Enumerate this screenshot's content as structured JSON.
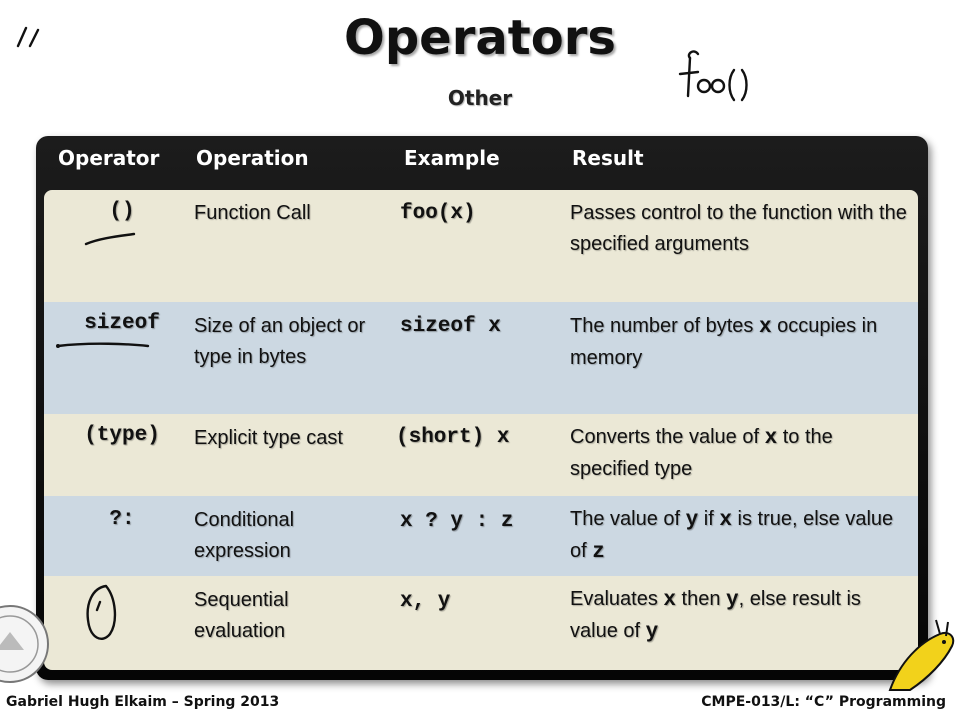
{
  "slide": {
    "title": "Operators",
    "subtitle": "Other"
  },
  "table": {
    "headers": {
      "operator": "Operator",
      "operation": "Operation",
      "example": "Example",
      "result": "Result"
    },
    "rows": [
      {
        "operator": "()",
        "operation": "Function Call",
        "example": "foo(x)",
        "result": [
          {
            "t": "Passes control to the function with the specified arguments"
          }
        ]
      },
      {
        "operator": "sizeof",
        "operation": "Size of an object or type in bytes",
        "example": "sizeof x",
        "result": [
          {
            "t": "The number of bytes "
          },
          {
            "c": "x"
          },
          {
            "t": " occupies in memory"
          }
        ]
      },
      {
        "operator": "(type)",
        "operation": "Explicit type cast",
        "example": "(short) x",
        "result": [
          {
            "t": "Converts the value of "
          },
          {
            "c": "x"
          },
          {
            "t": " to the specified type"
          }
        ]
      },
      {
        "operator": "?:",
        "operation": "Conditional expression",
        "example": "x ? y : z",
        "result": [
          {
            "t": "The value of "
          },
          {
            "c": "y"
          },
          {
            "t": " if "
          },
          {
            "c": "x"
          },
          {
            "t": " is true, else value of "
          },
          {
            "c": "z"
          }
        ]
      },
      {
        "operator": "",
        "operation": "Sequential evaluation",
        "example": "x, y",
        "result": [
          {
            "t": "Evaluates "
          },
          {
            "c": "x"
          },
          {
            "t": " then "
          },
          {
            "c": "y"
          },
          {
            "t": ", else result is value of "
          },
          {
            "c": "y"
          }
        ]
      }
    ]
  },
  "footer": {
    "left": "Gabriel Hugh Elkaim – Spring 2013",
    "right": "CMPE-013/L: “C” Programming"
  },
  "colors": {
    "row_light": "#ebe8d6",
    "row_blue": "#ccd8e2",
    "header_bg": "#0d0d0d"
  }
}
